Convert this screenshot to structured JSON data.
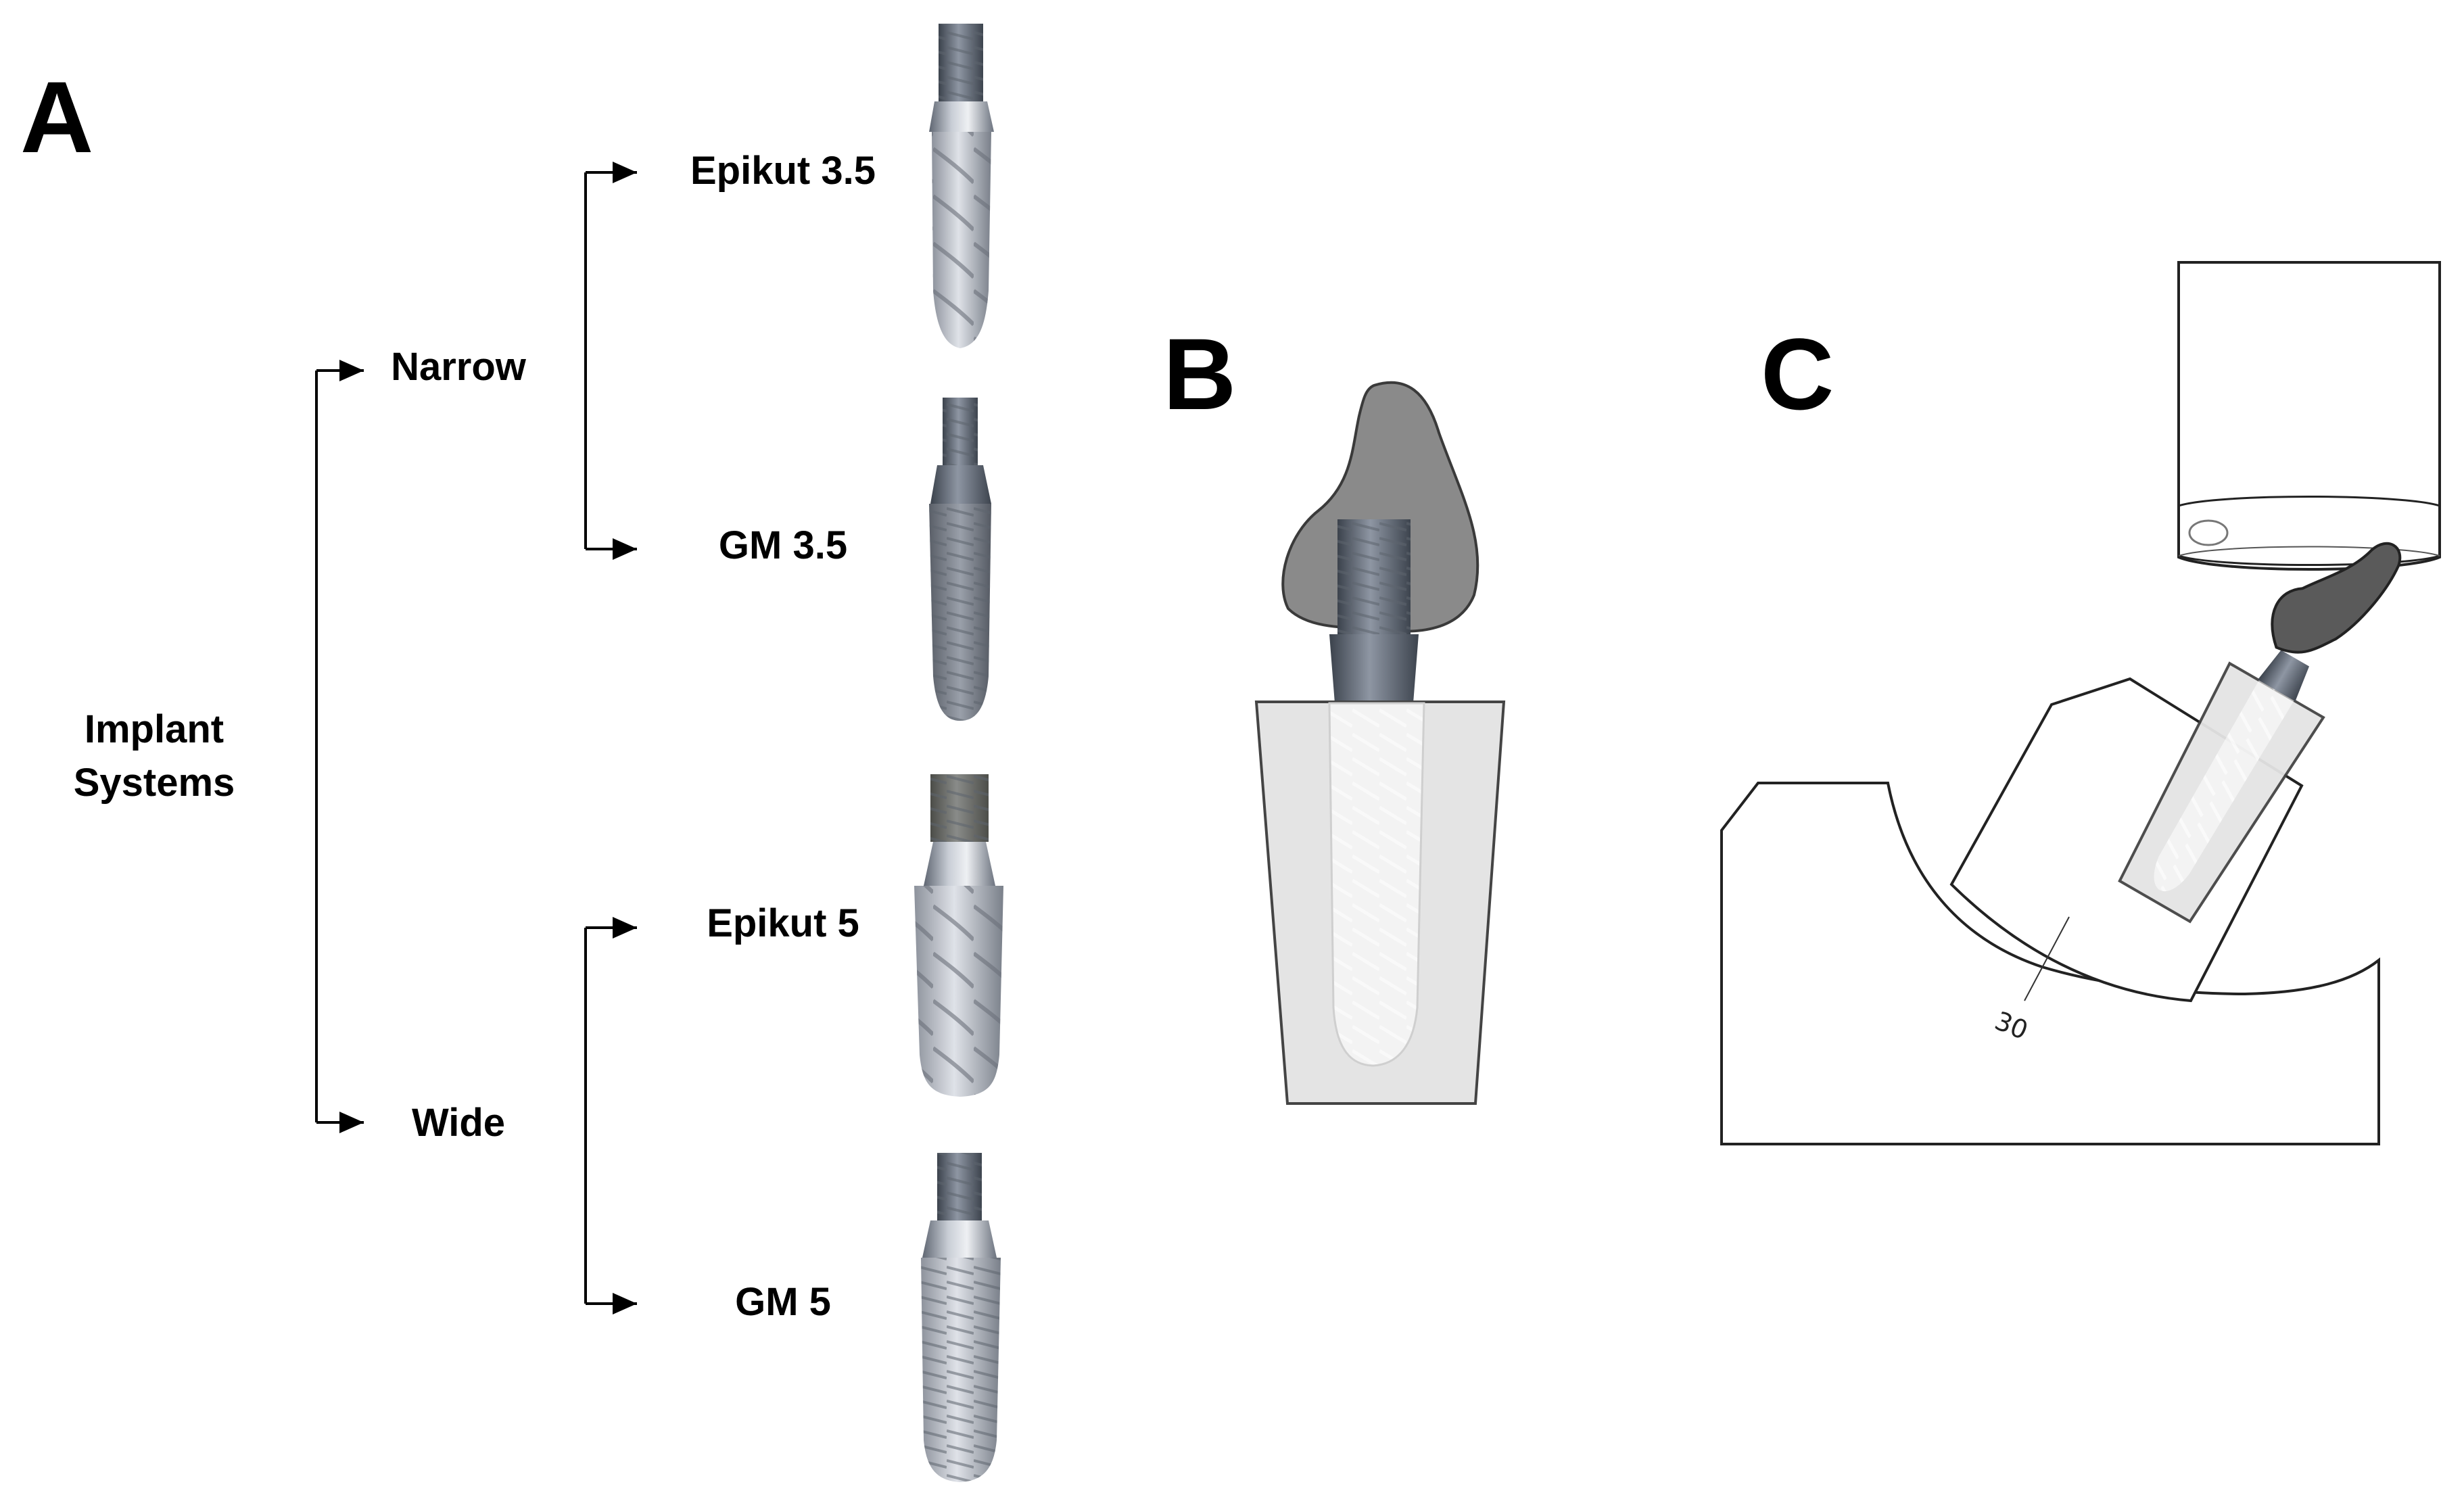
{
  "panels": {
    "a_label": "A",
    "b_label": "B",
    "c_label": "C"
  },
  "tree": {
    "root_line1": "Implant",
    "root_line2": "Systems",
    "narrow": "Narrow",
    "wide": "Wide",
    "epikut_35": "Epikut 3.5",
    "gm_35": "GM 3.5",
    "epikut_5": "Epikut 5",
    "gm_5": "GM 5"
  },
  "panel_c": {
    "angle_label": "30"
  },
  "colors": {
    "crown": "#8a8a8a",
    "crown_dark": "#5a5a5a",
    "block": "#e4e4e4",
    "titanium": "#7f8896",
    "abutment": "#4e5866"
  }
}
